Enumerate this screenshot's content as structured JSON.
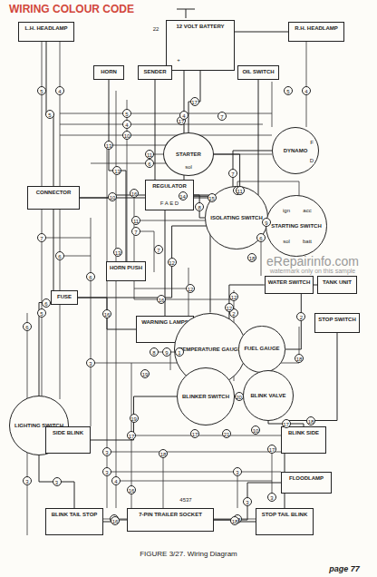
{
  "diagram": {
    "title": "WIRING COLOUR CODE",
    "caption": "FIGURE 3/27. Wiring Diagram",
    "nodes": [
      {
        "text": [
          "L.H. HEADLAMP"
        ]
      },
      {
        "text": [
          "12 VOLT BATTERY"
        ]
      },
      {
        "text": [
          "R.H. HEADLAMP"
        ]
      },
      {
        "text": [
          "HORN"
        ]
      },
      {
        "text": [
          "SENDER"
        ]
      },
      {
        "text": [
          "OIL SWITCH"
        ]
      },
      {
        "text": [
          "STARTER"
        ]
      },
      {
        "text": [
          "DYNAMO"
        ]
      },
      {
        "text": [
          "CONNECTOR"
        ]
      },
      {
        "text": [
          "REGULATOR"
        ]
      },
      {
        "text": [
          "ISOLATING SWITCH"
        ]
      },
      {
        "text": [
          "STARTING SWITCH"
        ]
      },
      {
        "text": [
          "HORN PUSH"
        ]
      },
      {
        "text": [
          "WARNING LAMPS"
        ]
      },
      {
        "text": [
          "FUSE"
        ]
      },
      {
        "text": [
          "TEMPERATURE GAUGE"
        ]
      },
      {
        "text": [
          "FUEL GAUGE"
        ]
      },
      {
        "text": [
          "WATER SWITCH"
        ]
      },
      {
        "text": [
          "TANK UNIT"
        ]
      },
      {
        "text": [
          "STOP SWITCH"
        ]
      },
      {
        "text": [
          "LIGHTING SWITCH"
        ]
      },
      {
        "text": [
          "BLINKER SWITCH"
        ]
      },
      {
        "text": [
          "BLINK VALVE"
        ]
      },
      {
        "text": [
          "SIDE BLINK"
        ]
      },
      {
        "text": [
          "BLINK SIDE"
        ]
      },
      {
        "text": [
          "FLOODLAMP"
        ]
      },
      {
        "text": [
          "BLINK TAIL STOP"
        ]
      },
      {
        "text": [
          "7-PIN TRAILER SOCKET"
        ]
      },
      {
        "text": [
          "STOP TAIL BLINK"
        ]
      }
    ],
    "edges": [
      {
        "from": 0,
        "to": 8,
        "arrow": "none",
        "label": "5"
      },
      {
        "from": 2,
        "to": 8,
        "arrow": "none",
        "label": "4"
      },
      {
        "from": 3,
        "to": 12,
        "arrow": "none",
        "label": "13"
      },
      {
        "from": 4,
        "to": 15,
        "arrow": "none",
        "label": "14"
      },
      {
        "from": 1,
        "to": 6,
        "arrow": "none",
        "label": "17"
      },
      {
        "from": 5,
        "to": 13,
        "arrow": "none",
        "label": "15"
      },
      {
        "from": 6,
        "to": 11,
        "arrow": "none",
        "label": "11"
      },
      {
        "from": 7,
        "to": 9,
        "arrow": "none",
        "label": "7"
      },
      {
        "from": 9,
        "to": 10,
        "arrow": "none",
        "label": "8"
      },
      {
        "from": 10,
        "to": 11,
        "arrow": "none",
        "label": "9"
      },
      {
        "from": 11,
        "to": 14,
        "arrow": "none",
        "label": "12"
      },
      {
        "from": 8,
        "to": 20,
        "arrow": "none",
        "label": "6"
      },
      {
        "from": 14,
        "to": 13,
        "arrow": "none",
        "label": "16"
      },
      {
        "from": 18,
        "to": 16,
        "arrow": "none",
        "label": "2"
      },
      {
        "from": 19,
        "to": 28,
        "arrow": "none",
        "label": "18"
      },
      {
        "from": 21,
        "to": 22,
        "arrow": "none",
        "label": "20"
      },
      {
        "from": 21,
        "to": 23,
        "arrow": "none",
        "label": "19"
      },
      {
        "from": 22,
        "to": 24,
        "arrow": "none",
        "label": "17"
      },
      {
        "from": 20,
        "to": 26,
        "arrow": "none",
        "label": "3"
      },
      {
        "from": 25,
        "to": 27,
        "arrow": "none",
        "label": "3"
      },
      {
        "from": 27,
        "to": 28,
        "arrow": "none",
        "label": "18"
      },
      {
        "from": 26,
        "to": 27,
        "arrow": "none",
        "label": "16"
      },
      {
        "from": 17,
        "to": 13,
        "arrow": "none",
        "label": "12"
      },
      {
        "from": 9,
        "to": 8,
        "arrow": "none",
        "label": "10"
      }
    ],
    "labels": [
      "22",
      "+",
      "sol",
      "F",
      "D",
      "F A E D",
      "ign",
      "acc",
      "sol",
      "batt",
      "5",
      "4",
      "5",
      "4",
      "10",
      "13",
      "5",
      "4",
      "7",
      "17",
      "11",
      "6",
      "16",
      "11",
      "7",
      "9",
      "6",
      "18",
      "13",
      "7",
      "12",
      "16",
      "6",
      "7",
      "6",
      "6",
      "5",
      "3",
      "19",
      "2",
      "12",
      "8",
      "9",
      "1",
      "18",
      "10",
      "17",
      "21",
      "3",
      "3",
      "17",
      "16",
      "18",
      "3",
      "17",
      "3",
      "18",
      "16",
      "4",
      "3",
      "eRepairinfo.com",
      "watermark only on this sample",
      "4537",
      "page 77"
    ]
  }
}
